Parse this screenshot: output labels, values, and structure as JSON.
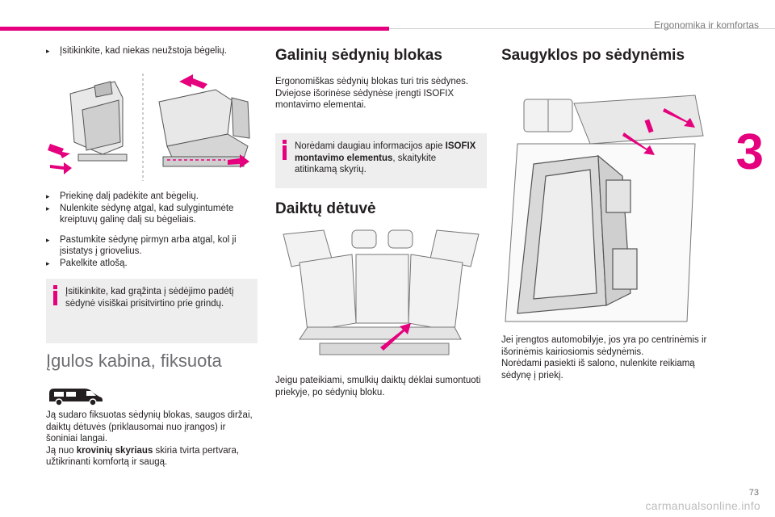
{
  "header": {
    "title": "Ergonomika ir komfortas"
  },
  "chapter": {
    "number": "3"
  },
  "col1": {
    "top_bullet": "Įsitikinkite, kad niekas neužstoja bėgelių.",
    "steps_a": [
      "Priekinę dalį padėkite ant bėgelių.",
      "Nulenkite sėdynę atgal, kad sulygintumėte kreiptuvų galinę dalį su bėgeliais."
    ],
    "steps_b": [
      "Pastumkite sėdynę pirmyn arba atgal, kol ji įsistatys į griovelius.",
      "Pakelkite atlošą."
    ],
    "note": "Įsitikinkite, kad grąžinta į sėdėjimo padėtį sėdynė visiškai prisitvirtino prie grindų.",
    "heading": "Įgulos kabina, fiksuota",
    "body_1": "Ją sudaro fiksuotas sėdynių blokas, saugos diržai, daiktų dėtuvės (priklausomai nuo įrangos) ir šoniniai langai.",
    "body_2_prefix": "Ją nuo ",
    "body_2_bold": "krovinių skyriaus",
    "body_2_suffix": " skiria tvirta pertvara, užtikrinanti komfortą ir saugą."
  },
  "col2": {
    "heading_1": "Galinių sėdynių blokas",
    "body_1": "Ergonomiškas sėdynių blokas turi tris sėdynes. Dviejose išorinėse sėdynėse įrengti ISOFIX montavimo elementai.",
    "note_prefix": "Norėdami daugiau informacijos apie ",
    "note_bold": "ISOFIX montavimo elementus",
    "note_suffix": ", skaitykite atitinkamą skyrių.",
    "heading_2": "Daiktų dėtuvė",
    "body_2": "Jeigu pateikiami, smulkių daiktų dėklai sumontuoti priekyje, po sėdynių bloku."
  },
  "col3": {
    "heading": "Saugyklos po sėdynėmis",
    "body_1": "Jei įrengtos automobilyje, jos yra po centrinėmis ir išorinėmis kairiosiomis sėdynėmis.",
    "body_2": "Norėdami pasiekti iš salono, nulenkite reikiamą sėdynę į priekį."
  },
  "footer": {
    "page": "73",
    "watermark": "carmanualsonline.info"
  },
  "colors": {
    "accent": "#e5007e",
    "note_bg": "#eeeeee",
    "text": "#231f20",
    "heading_light": "#6d6e71"
  },
  "icons": {
    "bullet": "triangle-bullet-icon",
    "note": "info-icon",
    "van": "van-silhouette-icon"
  }
}
